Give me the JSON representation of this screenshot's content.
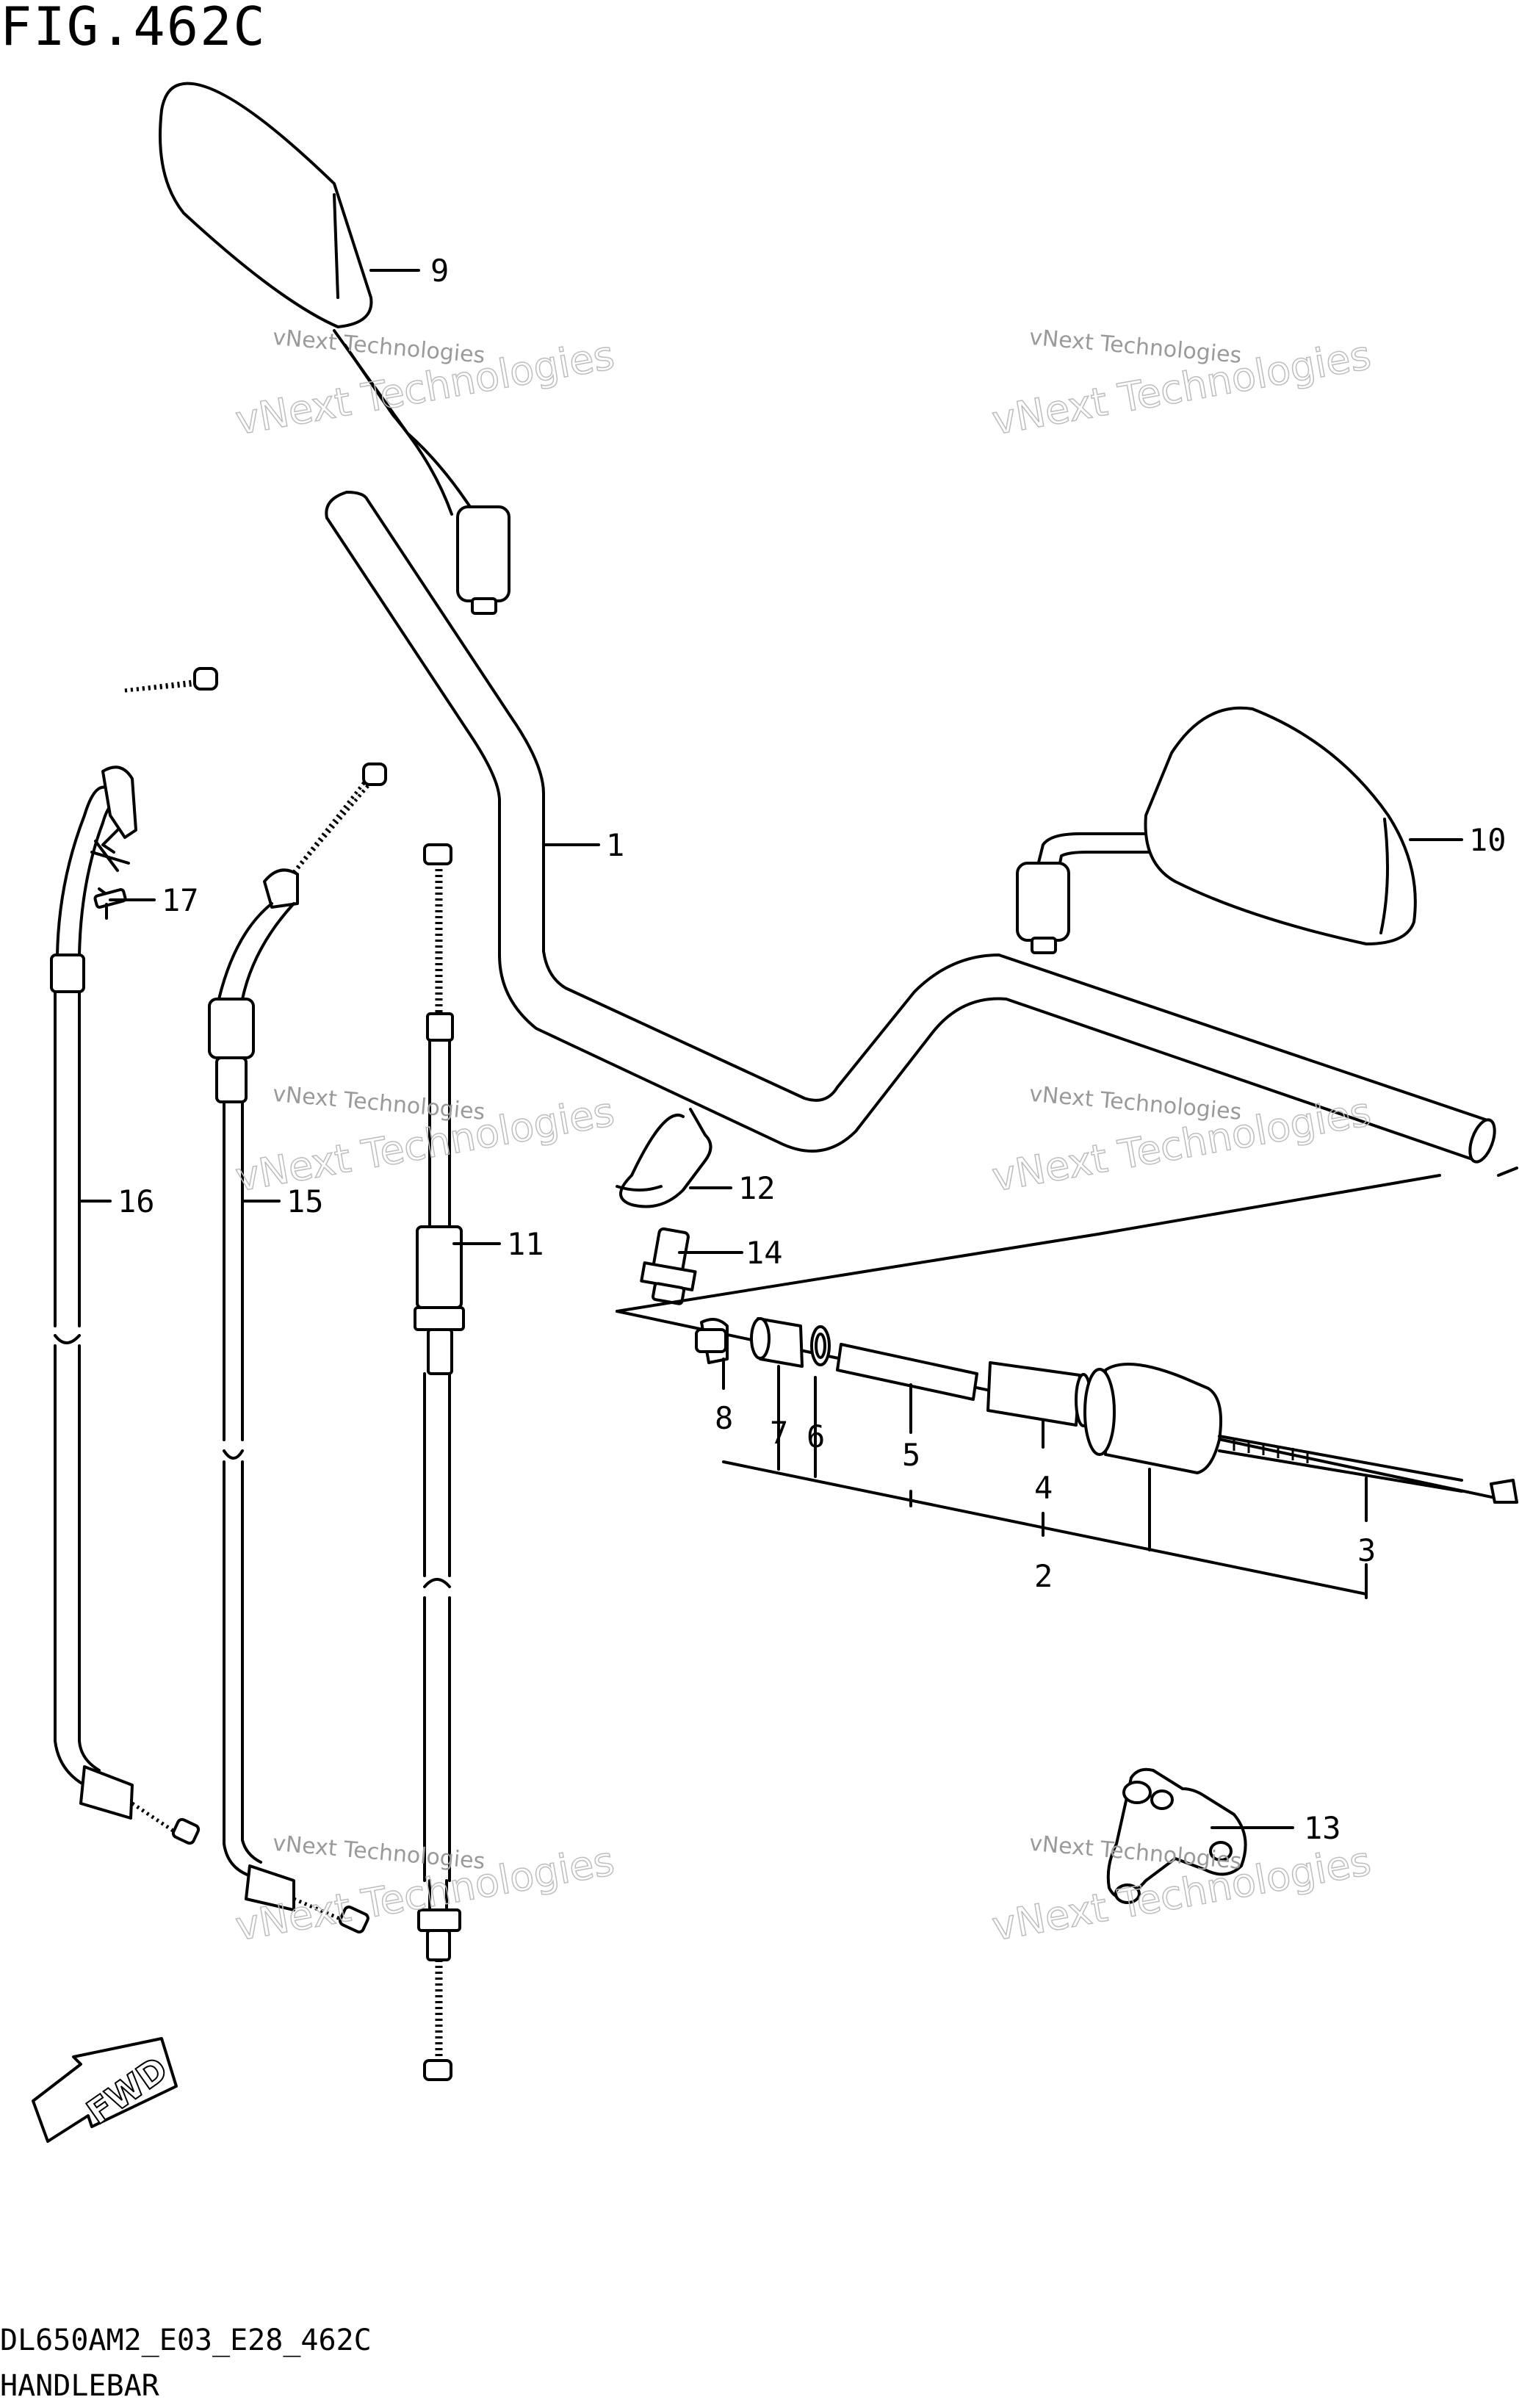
{
  "figure_title": "FIG.462C",
  "footer": {
    "code": "DL650AM2_E03_E28_462C",
    "name": "HANDLEBAR"
  },
  "watermark": {
    "line1": "vNext Technologies",
    "line2": "vNext Technologies"
  },
  "fwd_label": "FWD",
  "callouts": {
    "c1": "1",
    "c2": "2",
    "c3": "3",
    "c4": "4",
    "c5": "5",
    "c6": "6",
    "c7": "7",
    "c8": "8",
    "c9": "9",
    "c10": "10",
    "c11": "11",
    "c12": "12",
    "c13": "13",
    "c14": "14",
    "c15": "15",
    "c16": "16",
    "c17": "17"
  }
}
